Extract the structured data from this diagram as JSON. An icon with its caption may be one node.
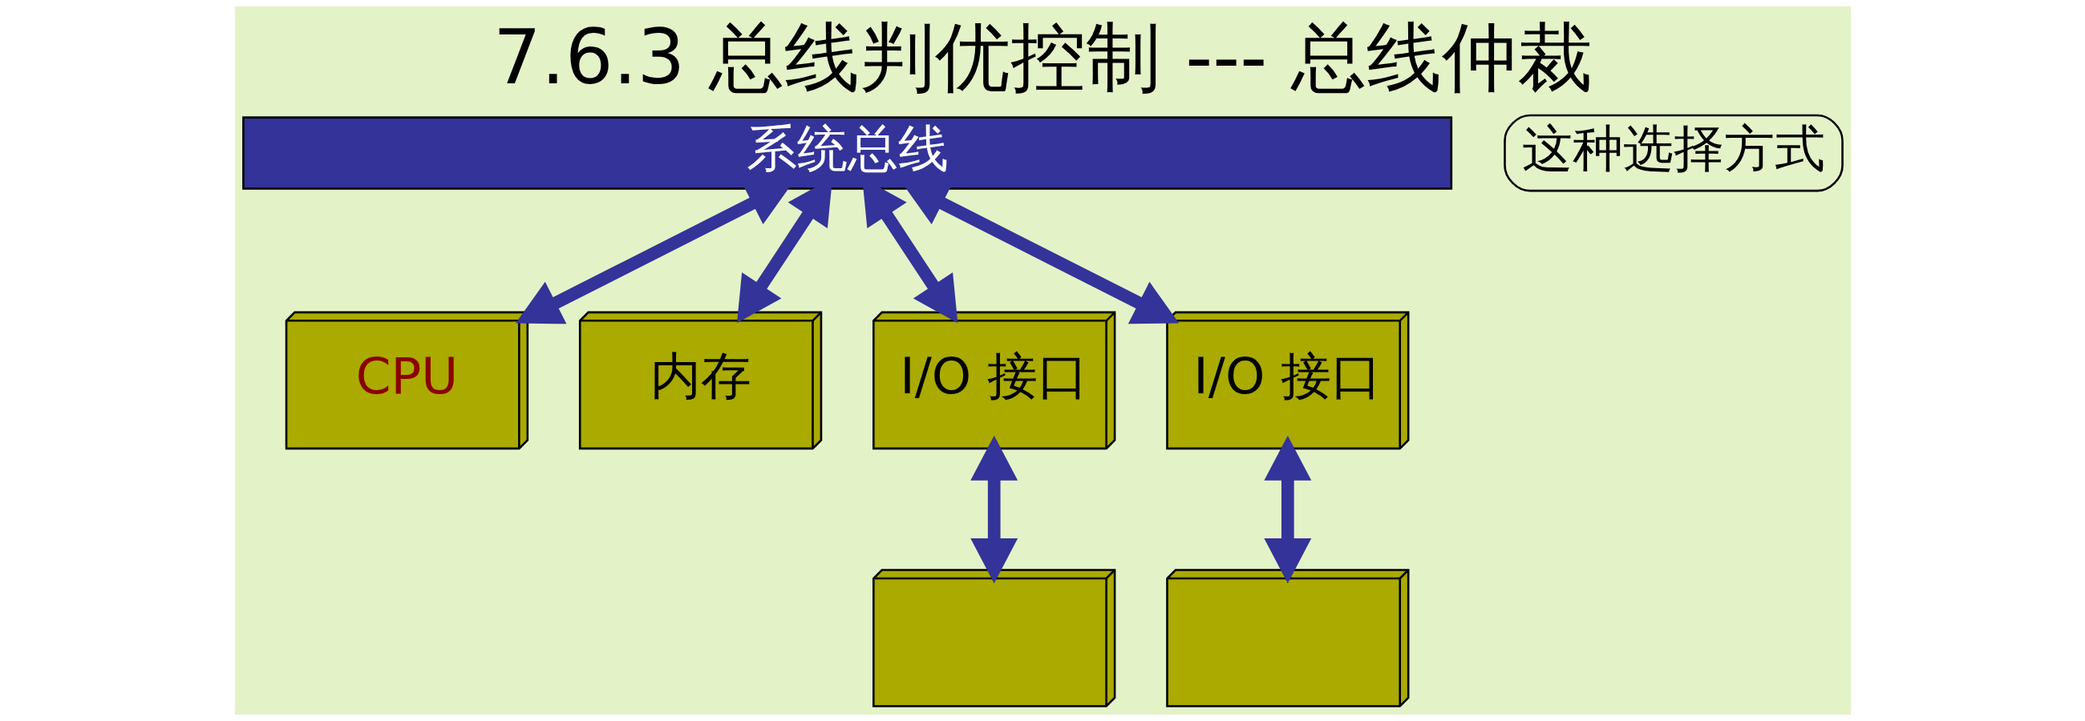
{
  "diagram": {
    "title": "7.6.3 总线判优控制 --- 总线仲裁",
    "nodes": [
      {
        "text": [
          "系统总线"
        ]
      },
      {
        "text": [
          "CPU"
        ]
      },
      {
        "text": [
          "内存"
        ]
      },
      {
        "text": [
          "I/O 接口"
        ]
      },
      {
        "text": [
          "I/O 接口"
        ]
      },
      {
        "text": [],
        "shape": "box"
      },
      {
        "text": [],
        "shape": "box"
      },
      {
        "text": [
          "这种选择方式"
        ]
      }
    ],
    "edges": [
      {
        "from": 0,
        "to": 1,
        "arrow": "both"
      },
      {
        "from": 0,
        "to": 2,
        "arrow": "both"
      },
      {
        "from": 0,
        "to": 3,
        "arrow": "both"
      },
      {
        "from": 0,
        "to": 4,
        "arrow": "both"
      },
      {
        "from": 3,
        "to": 5,
        "arrow": "both"
      },
      {
        "from": 4,
        "to": 6,
        "arrow": "both"
      }
    ]
  }
}
